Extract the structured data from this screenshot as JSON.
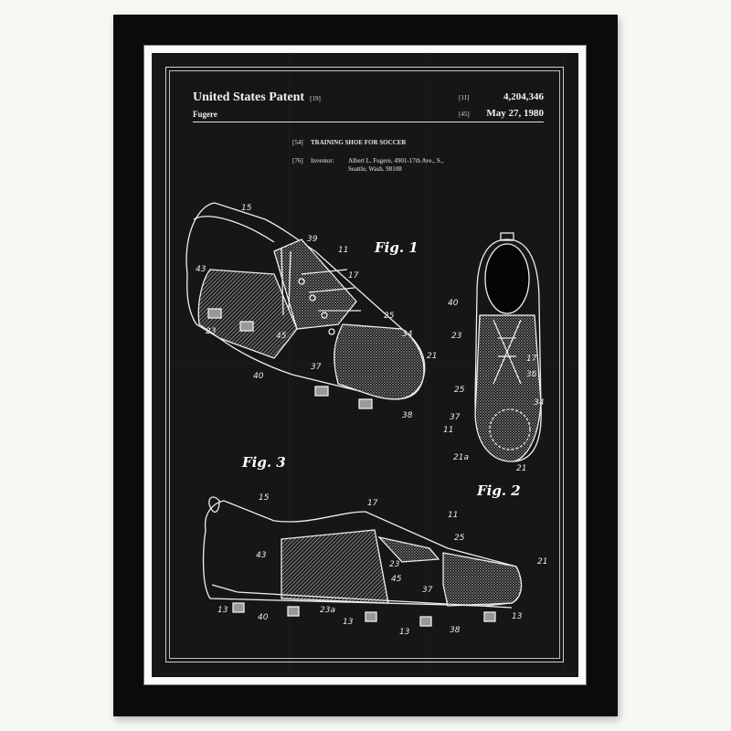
{
  "patent": {
    "title": "United States Patent",
    "title_code": "[19]",
    "inventor_surname": "Fugere",
    "number_code": "[11]",
    "number": "4,204,346",
    "date_code": "[45]",
    "date": "May 27, 1980",
    "invention_code": "[54]",
    "invention_title": "TRAINING SHOE FOR SOCCER",
    "inventor_code": "[76]",
    "inventor_label": "Inventor:",
    "inventor_line1": "Albert L. Fugere, 4901-17th Ave., S.,",
    "inventor_line2": "Seattle, Wash. 98108"
  },
  "figures": {
    "fig1": "Fig. 1",
    "fig2": "Fig. 2",
    "fig3": "Fig. 3"
  },
  "reference_numerals": {
    "fig1": [
      "15",
      "39",
      "11",
      "17",
      "43",
      "23",
      "25",
      "34",
      "45",
      "21",
      "40",
      "37",
      "38"
    ],
    "fig2": [
      "40",
      "23",
      "17",
      "36",
      "25",
      "34",
      "37",
      "11",
      "21a",
      "21"
    ],
    "fig3": [
      "15",
      "17",
      "11",
      "25",
      "43",
      "23",
      "45",
      "21",
      "37",
      "13",
      "40",
      "23a",
      "13",
      "13",
      "38",
      "13"
    ]
  },
  "colors": {
    "wall": "#f8f7f3",
    "frame": "#0b0b0b",
    "mat": "#fafafa",
    "print_background": "#161616",
    "line_art": "#eaeaea"
  }
}
